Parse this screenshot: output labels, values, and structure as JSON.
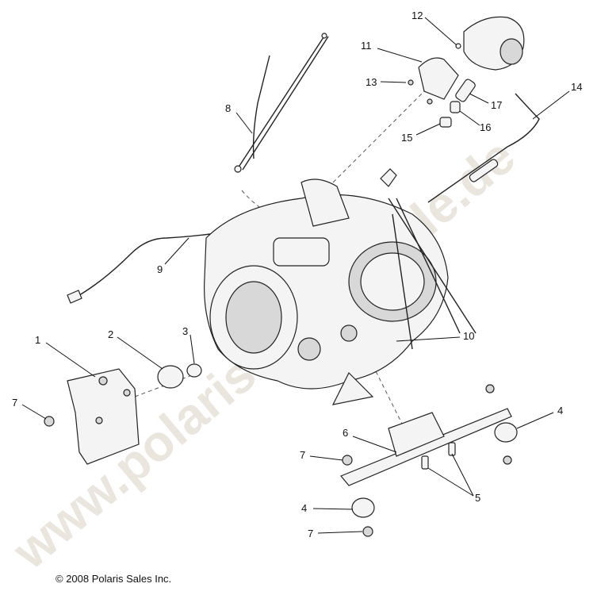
{
  "watermark": "www.polaris-ersatzteile.de",
  "copyright": "© 2008 Polaris Sales Inc.",
  "callouts": [
    "1",
    "2",
    "3",
    "4",
    "4",
    "5",
    "6",
    "7",
    "7",
    "7",
    "8",
    "9",
    "10",
    "11",
    "12",
    "13",
    "14",
    "15",
    "16",
    "17"
  ]
}
